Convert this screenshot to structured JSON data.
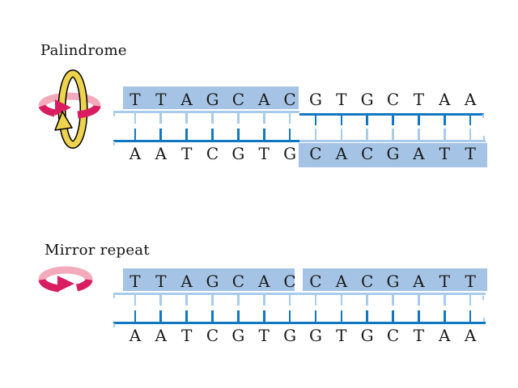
{
  "colors": {
    "background": "#ffffff",
    "highlight_box": "#a5c4e5",
    "strand_dark_blue": "#1177c0",
    "strand_light_blue": "#a8cbec",
    "letter_color": "#1a1a1a",
    "arrow_pink_light": "#f3abbc",
    "arrow_pink_dark": "#d81e60",
    "arrow_yellow": "#eed34e",
    "arrow_outline": "#000000"
  },
  "palindrome": {
    "label": "Palindrome",
    "icon": "rotation-axis-icon (pink circular arrow around vertical yellow loop arrow)",
    "top_strand": [
      "T",
      "T",
      "A",
      "G",
      "C",
      "A",
      "C",
      "G",
      "T",
      "G",
      "C",
      "T",
      "A",
      "A"
    ],
    "bottom_strand": [
      "A",
      "A",
      "T",
      "C",
      "G",
      "T",
      "G",
      "C",
      "A",
      "C",
      "G",
      "A",
      "T",
      "T"
    ],
    "top_highlighted_ranges": [
      [
        0,
        6
      ]
    ],
    "bottom_highlighted_ranges": [
      [
        7,
        13
      ]
    ],
    "top_strand_shading_left_right": [
      "light",
      "dark"
    ],
    "bottom_strand_shading_left_right": [
      "dark",
      "light"
    ]
  },
  "mirror_repeat": {
    "label": "Mirror repeat",
    "icon": "rotation-arrow-icon (pink circular arrow)",
    "top_strand": [
      "T",
      "T",
      "A",
      "G",
      "C",
      "A",
      "C",
      "C",
      "A",
      "C",
      "G",
      "A",
      "T",
      "T"
    ],
    "bottom_strand": [
      "A",
      "A",
      "T",
      "C",
      "G",
      "T",
      "G",
      "G",
      "T",
      "G",
      "C",
      "T",
      "A",
      "A"
    ],
    "top_highlighted_ranges": [
      [
        0,
        6
      ],
      [
        7,
        13
      ]
    ],
    "bottom_highlighted_ranges": [],
    "top_strand_shading_left_right": [
      "light",
      "light"
    ],
    "bottom_strand_shading_left_right": [
      "dark",
      "dark"
    ]
  }
}
